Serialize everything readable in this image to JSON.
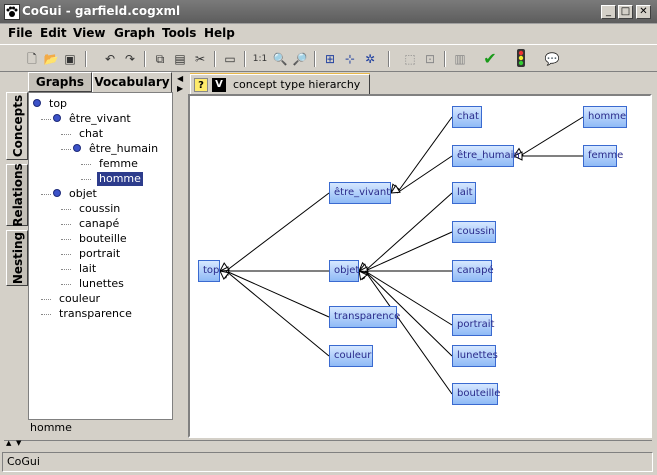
{
  "window": {
    "title": "CoGui - garfield.cogxml"
  },
  "menu": [
    "File",
    "Edit",
    "View",
    "Graph",
    "Tools",
    "Help"
  ],
  "toolbar_icons": [
    "new-icon",
    "open-icon",
    "save-icon",
    "undo-icon",
    "redo-icon",
    "copy-icon",
    "paste-icon",
    "cut-icon",
    "layout-icon",
    "zoom-reset-icon",
    "zoom-in-icon",
    "zoom-out-icon",
    "tree-layout-icon",
    "network-layout-icon",
    "spring-layout-icon",
    "select-icon",
    "group-icon",
    "align-icon",
    "check-icon",
    "traffic-light-icon",
    "comment-icon"
  ],
  "top_tabs": {
    "graphs": "Graphs",
    "vocabulary": "Vocabulary"
  },
  "side_tabs": {
    "concepts": "Concepts",
    "relations": "Relations",
    "nesting": "Nesting"
  },
  "tree": [
    {
      "label": "top",
      "level": 0,
      "pin": true
    },
    {
      "label": "être_vivant",
      "level": 1,
      "pin": true
    },
    {
      "label": "chat",
      "level": 2,
      "pin": false
    },
    {
      "label": "être_humain",
      "level": 2,
      "pin": true
    },
    {
      "label": "femme",
      "level": 3,
      "pin": false
    },
    {
      "label": "homme",
      "level": 3,
      "pin": false,
      "selected": true
    },
    {
      "label": "objet",
      "level": 1,
      "pin": true
    },
    {
      "label": "coussin",
      "level": 2,
      "pin": false
    },
    {
      "label": "canapé",
      "level": 2,
      "pin": false
    },
    {
      "label": "bouteille",
      "level": 2,
      "pin": false
    },
    {
      "label": "portrait",
      "level": 2,
      "pin": false
    },
    {
      "label": "lait",
      "level": 2,
      "pin": false
    },
    {
      "label": "lunettes",
      "level": 2,
      "pin": false
    },
    {
      "label": "couleur",
      "level": 1,
      "pin": false
    },
    {
      "label": "transparence",
      "level": 1,
      "pin": false
    }
  ],
  "selected_status": "homme",
  "doc_tab": {
    "help": "?",
    "vbadge": "V",
    "label": "concept type hierarchy"
  },
  "graph": {
    "nodes": [
      {
        "id": "top",
        "label": "top"
      },
      {
        "id": "etre_vivant",
        "label": "être_vivant"
      },
      {
        "id": "objet",
        "label": "objet"
      },
      {
        "id": "transparence",
        "label": "transparence"
      },
      {
        "id": "couleur",
        "label": "couleur"
      },
      {
        "id": "chat",
        "label": "chat"
      },
      {
        "id": "etre_humain",
        "label": "être_humain"
      },
      {
        "id": "homme",
        "label": "homme"
      },
      {
        "id": "femme",
        "label": "femme"
      },
      {
        "id": "lait",
        "label": "lait"
      },
      {
        "id": "coussin",
        "label": "coussin"
      },
      {
        "id": "canape",
        "label": "canapé"
      },
      {
        "id": "portrait",
        "label": "portrait"
      },
      {
        "id": "lunettes",
        "label": "lunettes"
      },
      {
        "id": "bouteille",
        "label": "bouteille"
      }
    ],
    "edges": [
      [
        "etre_vivant",
        "top"
      ],
      [
        "objet",
        "top"
      ],
      [
        "transparence",
        "top"
      ],
      [
        "couleur",
        "top"
      ],
      [
        "chat",
        "etre_vivant"
      ],
      [
        "etre_humain",
        "etre_vivant"
      ],
      [
        "homme",
        "etre_humain"
      ],
      [
        "femme",
        "etre_humain"
      ],
      [
        "lait",
        "objet"
      ],
      [
        "coussin",
        "objet"
      ],
      [
        "canape",
        "objet"
      ],
      [
        "portrait",
        "objet"
      ],
      [
        "lunettes",
        "objet"
      ],
      [
        "bouteille",
        "objet"
      ]
    ]
  },
  "status_bar": "CoGui"
}
